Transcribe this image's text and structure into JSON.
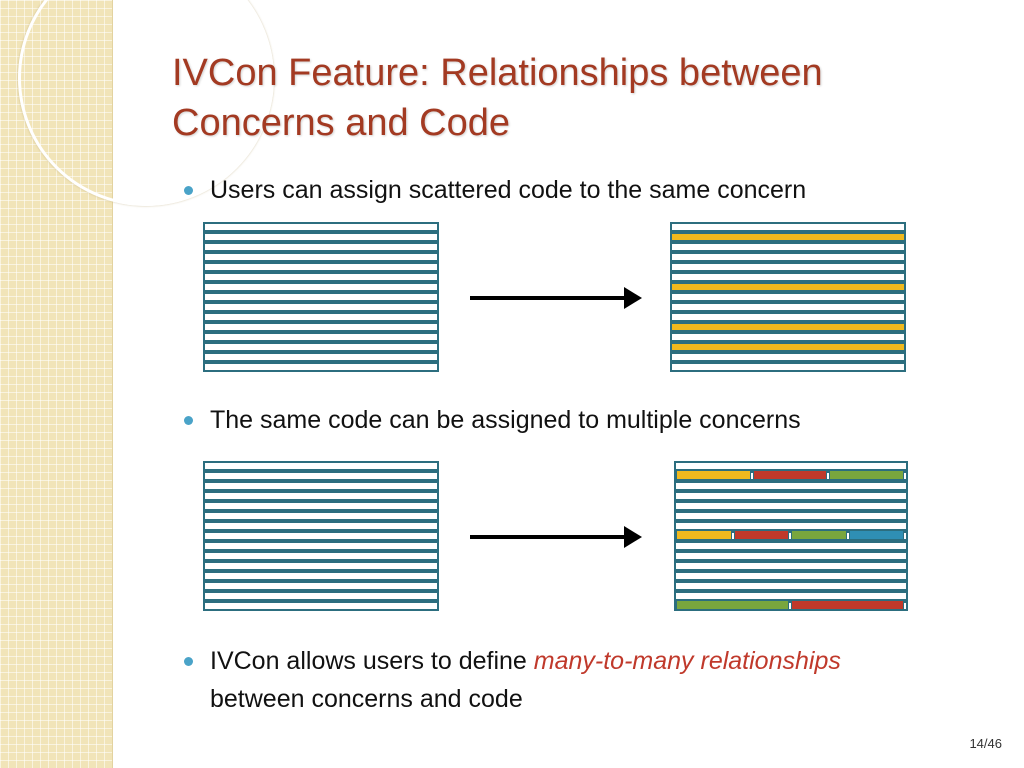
{
  "slide": {
    "title_line1": "IVCon Feature: Relationships between",
    "title_line2": "Concerns and Code",
    "bullets": [
      {
        "text": "Users can assign scattered code to the same concern"
      },
      {
        "text": "The same code can be assigned to multiple concerns"
      },
      {
        "text_before": "IVCon allows users to define ",
        "emphasis": "many-to-many relationships",
        "text_after": "between concerns and code"
      }
    ],
    "page_number": "14/46"
  },
  "diagram": {
    "row_count": 15,
    "colors": {
      "outline": "#2c6e7f",
      "yellow": "#f0b91e",
      "red": "#c0392b",
      "green": "#79a63e",
      "blue": "#2f8fb4"
    },
    "example1_highlighted_rows": [
      1,
      6,
      10,
      12
    ],
    "example2_row_segments": {
      "1": [
        "yellow",
        "red",
        "green"
      ],
      "7": [
        "yellow",
        "red",
        "green",
        "blue"
      ],
      "14": [
        "green",
        "red"
      ]
    }
  }
}
